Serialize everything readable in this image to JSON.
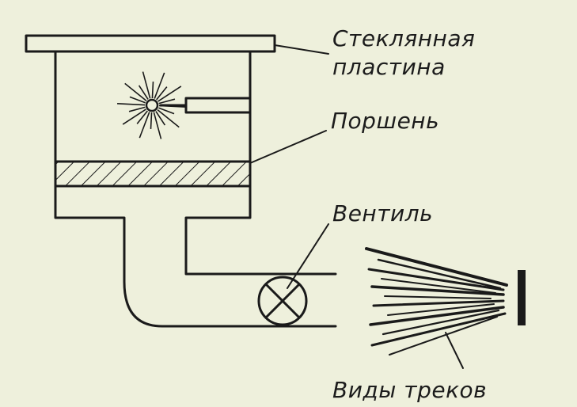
{
  "labels": {
    "glass_plate_line1": "Стеклянная",
    "glass_plate_line2": "пластина",
    "piston": "Поршень",
    "valve": "Вентиль",
    "tracks": "Виды треков"
  },
  "colors": {
    "background": "#eef0dc",
    "ink": "#1a1a1a"
  },
  "icons": {
    "radioactive_source": "starburst-icon",
    "valve_symbol": "circle-x-icon"
  }
}
